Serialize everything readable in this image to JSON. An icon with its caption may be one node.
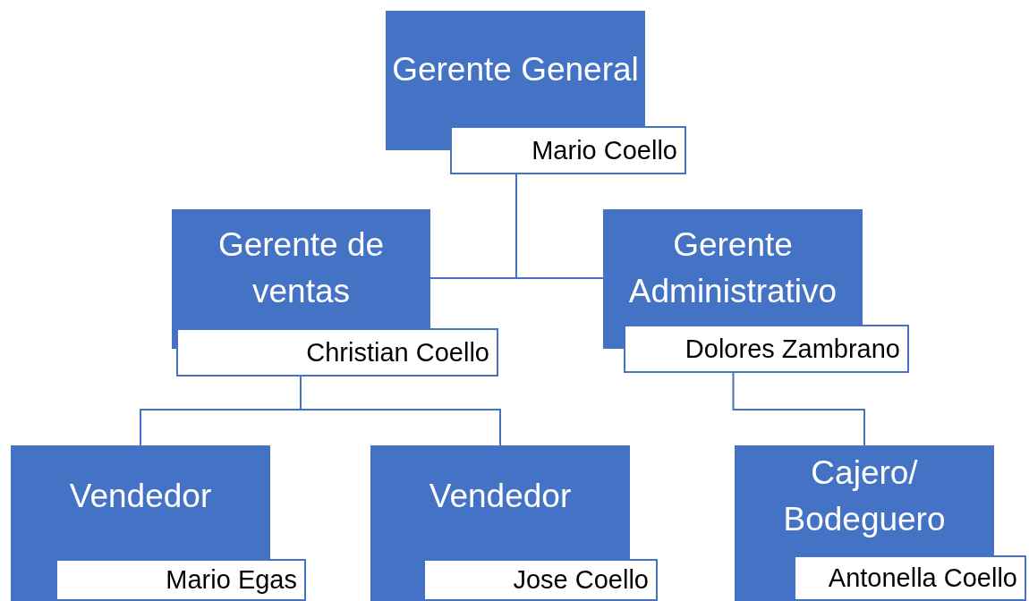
{
  "diagram": {
    "nodes": [
      {
        "text": [
          "Gerente General",
          "Mario Coello"
        ]
      },
      {
        "text": [
          "Gerente de ventas",
          "Christian Coello"
        ]
      },
      {
        "text": [
          "Gerente Administrativo",
          "Dolores Zambrano"
        ]
      },
      {
        "text": [
          "Vendedor",
          "Mario Egas"
        ]
      },
      {
        "text": [
          "Vendedor",
          "Jose Coello"
        ]
      },
      {
        "text": [
          "Cajero/ Bodeguero",
          "Antonella Coello"
        ]
      }
    ],
    "edges": [
      {
        "from": 0,
        "to": 1,
        "arrow": "none"
      },
      {
        "from": 0,
        "to": 2,
        "arrow": "none"
      },
      {
        "from": 1,
        "to": 3,
        "arrow": "none"
      },
      {
        "from": 1,
        "to": 4,
        "arrow": "none"
      },
      {
        "from": 2,
        "to": 5,
        "arrow": "none"
      }
    ]
  }
}
